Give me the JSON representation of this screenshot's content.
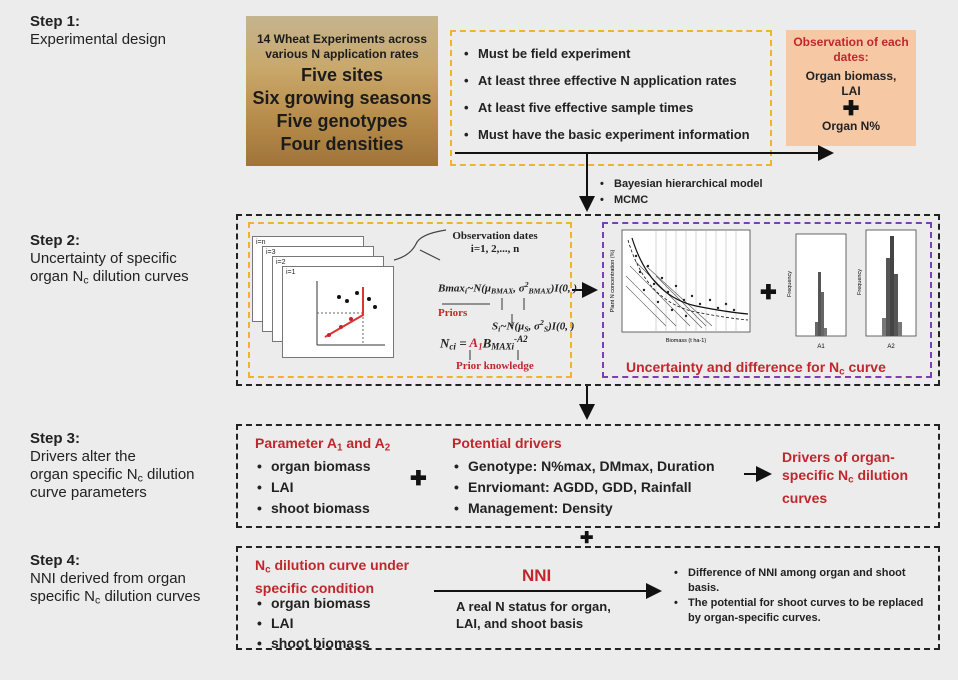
{
  "step1": {
    "title": "Step 1:",
    "desc": "Experimental design",
    "photo_lines": [
      "14 Wheat Experiments across",
      "various N application rates",
      "Five sites",
      "Six growing seasons",
      "Five genotypes",
      "Four densities"
    ],
    "criteria": [
      "Must be field experiment",
      "At least three effective N application rates",
      "At least five effective sample times",
      "Must have the basic experiment information"
    ],
    "observation_title": "Observation of each dates:",
    "observation_items": [
      "Organ biomass, LAI",
      "Organ N%"
    ]
  },
  "methods": [
    "Bayesian hierarchical model",
    "MCMC"
  ],
  "step2": {
    "title": "Step 2:",
    "desc_line1": "Uncertainty of specific",
    "desc_line2_pre": "organ N",
    "desc_line2_sub": "c",
    "desc_line2_post": " dilution curves",
    "card_labels": [
      "i=n",
      "i=3",
      "i=2",
      "i=1"
    ],
    "obs_dates_title": "Observation dates",
    "obs_dates_range": "i=1, 2,..., n",
    "priors_label": "Priors",
    "prior_knowledge_label": "Prior knowledge",
    "uncertainty_pre": "Uncertainty and difference for N",
    "uncertainty_sub": "c",
    "uncertainty_post": " curve",
    "plot_ylabel": "Plant N concentration (%)",
    "plot_xlabel": "Biomass (t ha-1)",
    "hist1_xlabel": "A1",
    "hist2_xlabel": "A2",
    "hist_ylabel": "Frequency"
  },
  "step3": {
    "title": "Step 3:",
    "desc": [
      "Drivers alter the",
      "organ specific N",
      "curve parameters"
    ],
    "desc_sub": "c",
    "desc_line2_post": " dilution",
    "params_title_pre": "Parameter A",
    "params_title_mid": " and A",
    "params_items": [
      "organ biomass",
      "LAI",
      "shoot biomass"
    ],
    "drivers_title": "Potential drivers",
    "drivers_items": [
      "Genotype: N%max, DMmax, Duration",
      "Enrviomant: AGDD, GDD, Rainfall",
      "Management: Density"
    ],
    "result_line1": "Drivers of organ-",
    "result_line2_pre": "specific N",
    "result_line2_sub": "c",
    "result_line2_post": " dilution",
    "result_line3": "curves"
  },
  "step4": {
    "title": "Step 4:",
    "desc_line1": "NNI derived from organ",
    "desc_line2_pre": "specific N",
    "desc_line2_sub": "c",
    "desc_line2_post": " dilution curves",
    "cond_title_pre": "N",
    "cond_title_sub": "c",
    "cond_title_post": " dilution curve under specific condition",
    "cond_items": [
      "organ biomass",
      "LAI",
      "shoot biomass"
    ],
    "nni_label": "NNI",
    "nni_desc": "A real N status for organ, LAI, and shoot basis",
    "outcomes": [
      "Difference of NNI among organ and shoot basis.",
      "The potential for shoot curves to be replaced by organ-specific curves."
    ]
  },
  "colors": {
    "accent_red": "#c0272d",
    "dash_yellow": "#f0b42c",
    "dash_purple": "#7a3fb0",
    "obs_box": "#f6c9a4"
  }
}
